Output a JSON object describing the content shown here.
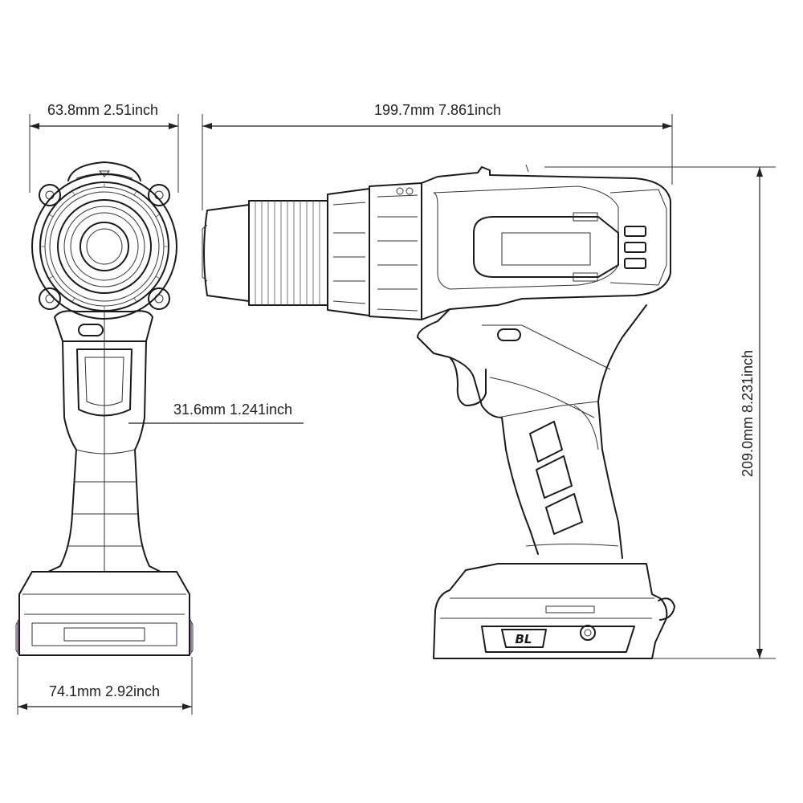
{
  "dimensions": {
    "front_width": "63.8mm 2.51inch",
    "length": "199.7mm 7.861inch",
    "grip_width": "31.6mm 1.241inch",
    "base_width": "74.1mm 2.92inch",
    "height": "209.0mm 8.231inch"
  },
  "badge": "BL"
}
